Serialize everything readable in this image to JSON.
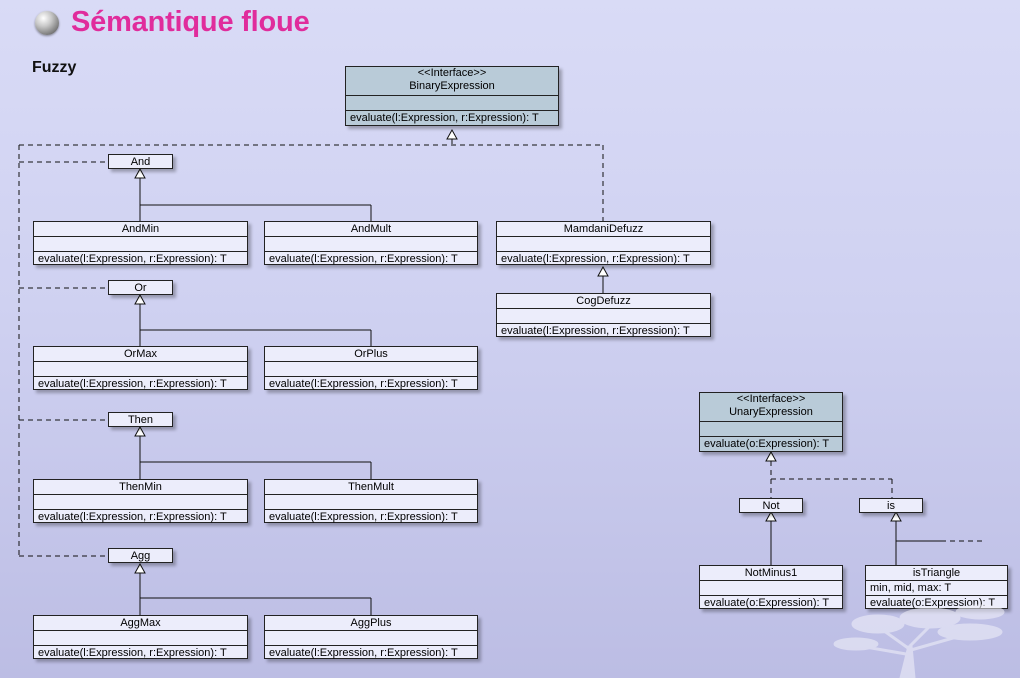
{
  "slide": {
    "title": "Sémantique floue",
    "subtitle": "Fuzzy"
  },
  "binary_interface": {
    "stereotype": "<<Interface>>",
    "name": "BinaryExpression",
    "operation": "evaluate(l:Expression, r:Expression): T"
  },
  "unary_interface": {
    "stereotype": "<<Interface>>",
    "name": "UnaryExpression",
    "operation": "evaluate(o:Expression): T"
  },
  "groups": {
    "and": "And",
    "or": "Or",
    "then": "Then",
    "agg": "Agg",
    "not": "Not",
    "is": "is"
  },
  "classes": {
    "andmin": {
      "name": "AndMin",
      "op": "evaluate(l:Expression, r:Expression): T"
    },
    "andmult": {
      "name": "AndMult",
      "op": "evaluate(l:Expression, r:Expression): T"
    },
    "mamdani": {
      "name": "MamdaniDefuzz",
      "op": "evaluate(l:Expression, r:Expression): T"
    },
    "cog": {
      "name": "CogDefuzz",
      "op": "evaluate(l:Expression, r:Expression): T"
    },
    "ormax": {
      "name": "OrMax",
      "op": "evaluate(l:Expression, r:Expression): T"
    },
    "orplus": {
      "name": "OrPlus",
      "op": "evaluate(l:Expression, r:Expression): T"
    },
    "thenmin": {
      "name": "ThenMin",
      "op": "evaluate(l:Expression, r:Expression): T"
    },
    "thenmult": {
      "name": "ThenMult",
      "op": "evaluate(l:Expression, r:Expression): T"
    },
    "aggmax": {
      "name": "AggMax",
      "op": "evaluate(l:Expression, r:Expression): T"
    },
    "aggplus": {
      "name": "AggPlus",
      "op": "evaluate(l:Expression, r:Expression): T"
    },
    "notminus1": {
      "name": "NotMinus1",
      "op": "evaluate(o:Expression): T"
    },
    "istriangle": {
      "name": "isTriangle",
      "attr": "min, mid, max: T",
      "op": "evaluate(o:Expression): T"
    }
  },
  "colors": {
    "title": "#e02c9c",
    "class_fill": "#ecedfb",
    "interface_fill": "#b9cbd8"
  }
}
